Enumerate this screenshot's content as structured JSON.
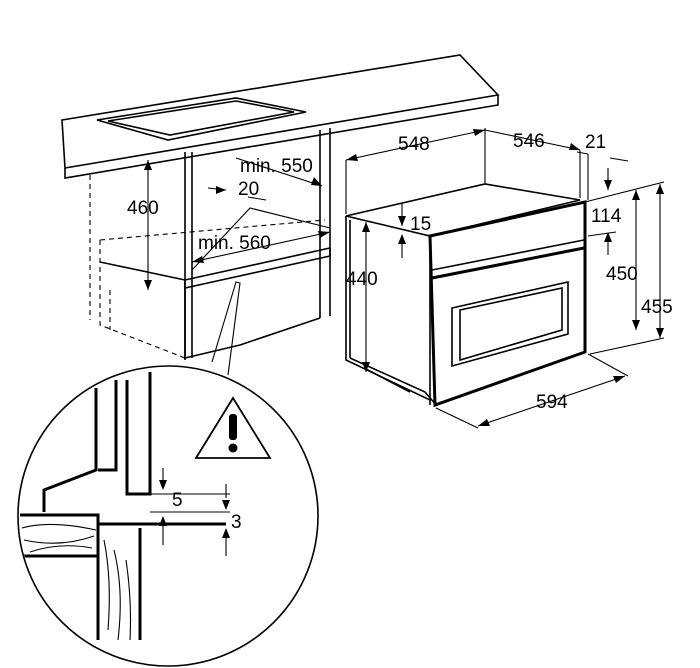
{
  "dimensions": {
    "cabinet_height": "460",
    "min_width_top": "min. 550",
    "offset": "20",
    "min_depth": "min. 560",
    "oven_depth": "548",
    "oven_depth_2": "546",
    "front_thickness": "21",
    "top_gap": "15",
    "body_height": "440",
    "panel_114": "114",
    "body_height_450": "450",
    "front_height": "455",
    "front_width": "594",
    "gap_5": "5",
    "gap_3": "3"
  },
  "icons": [
    "warning-icon"
  ]
}
